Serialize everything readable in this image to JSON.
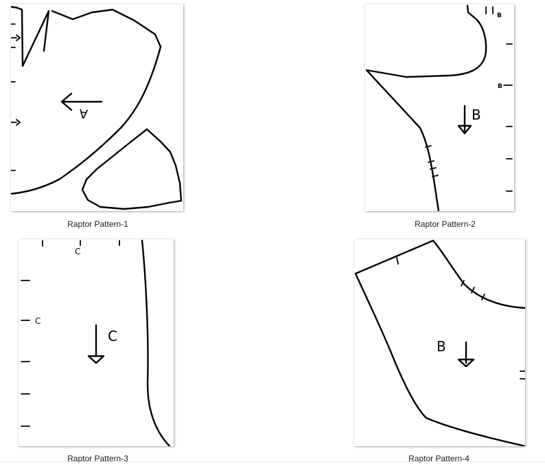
{
  "files": [
    {
      "label": "Raptor Pattern-1",
      "piece_letter": "A"
    },
    {
      "label": "Raptor Pattern-2",
      "piece_letter": "B",
      "notch_letter": "B"
    },
    {
      "label": "Raptor Pattern-3",
      "piece_letter": "C",
      "notch_letter": "C"
    },
    {
      "label": "Raptor Pattern-4",
      "piece_letter": "B"
    }
  ]
}
